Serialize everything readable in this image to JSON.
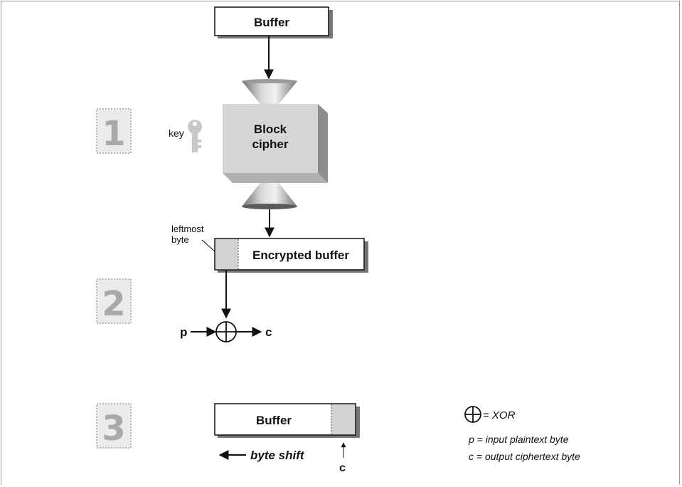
{
  "diagram": {
    "steps": [
      "1",
      "2",
      "3"
    ],
    "top_buffer_label": "Buffer",
    "cipher_label_line1": "Block",
    "cipher_label_line2": "cipher",
    "key_label": "key",
    "leftmost_label_line1": "leftmost",
    "leftmost_label_line2": "byte",
    "encrypted_buffer_label": "Encrypted buffer",
    "input_symbol": "p",
    "output_symbol": "c",
    "bottom_buffer_label": "Buffer",
    "byte_shift_label": "byte shift",
    "bottom_c_label": "c"
  },
  "legend": {
    "xor": "= XOR",
    "p": "p = input plaintext byte",
    "c": "c = output ciphertext byte"
  },
  "colors": {
    "step_fill": "#ebebeb",
    "cipher_fill": "#d6d6d6",
    "highlight_fill": "#d3d3d3",
    "key_fill": "#c8c8c8"
  }
}
